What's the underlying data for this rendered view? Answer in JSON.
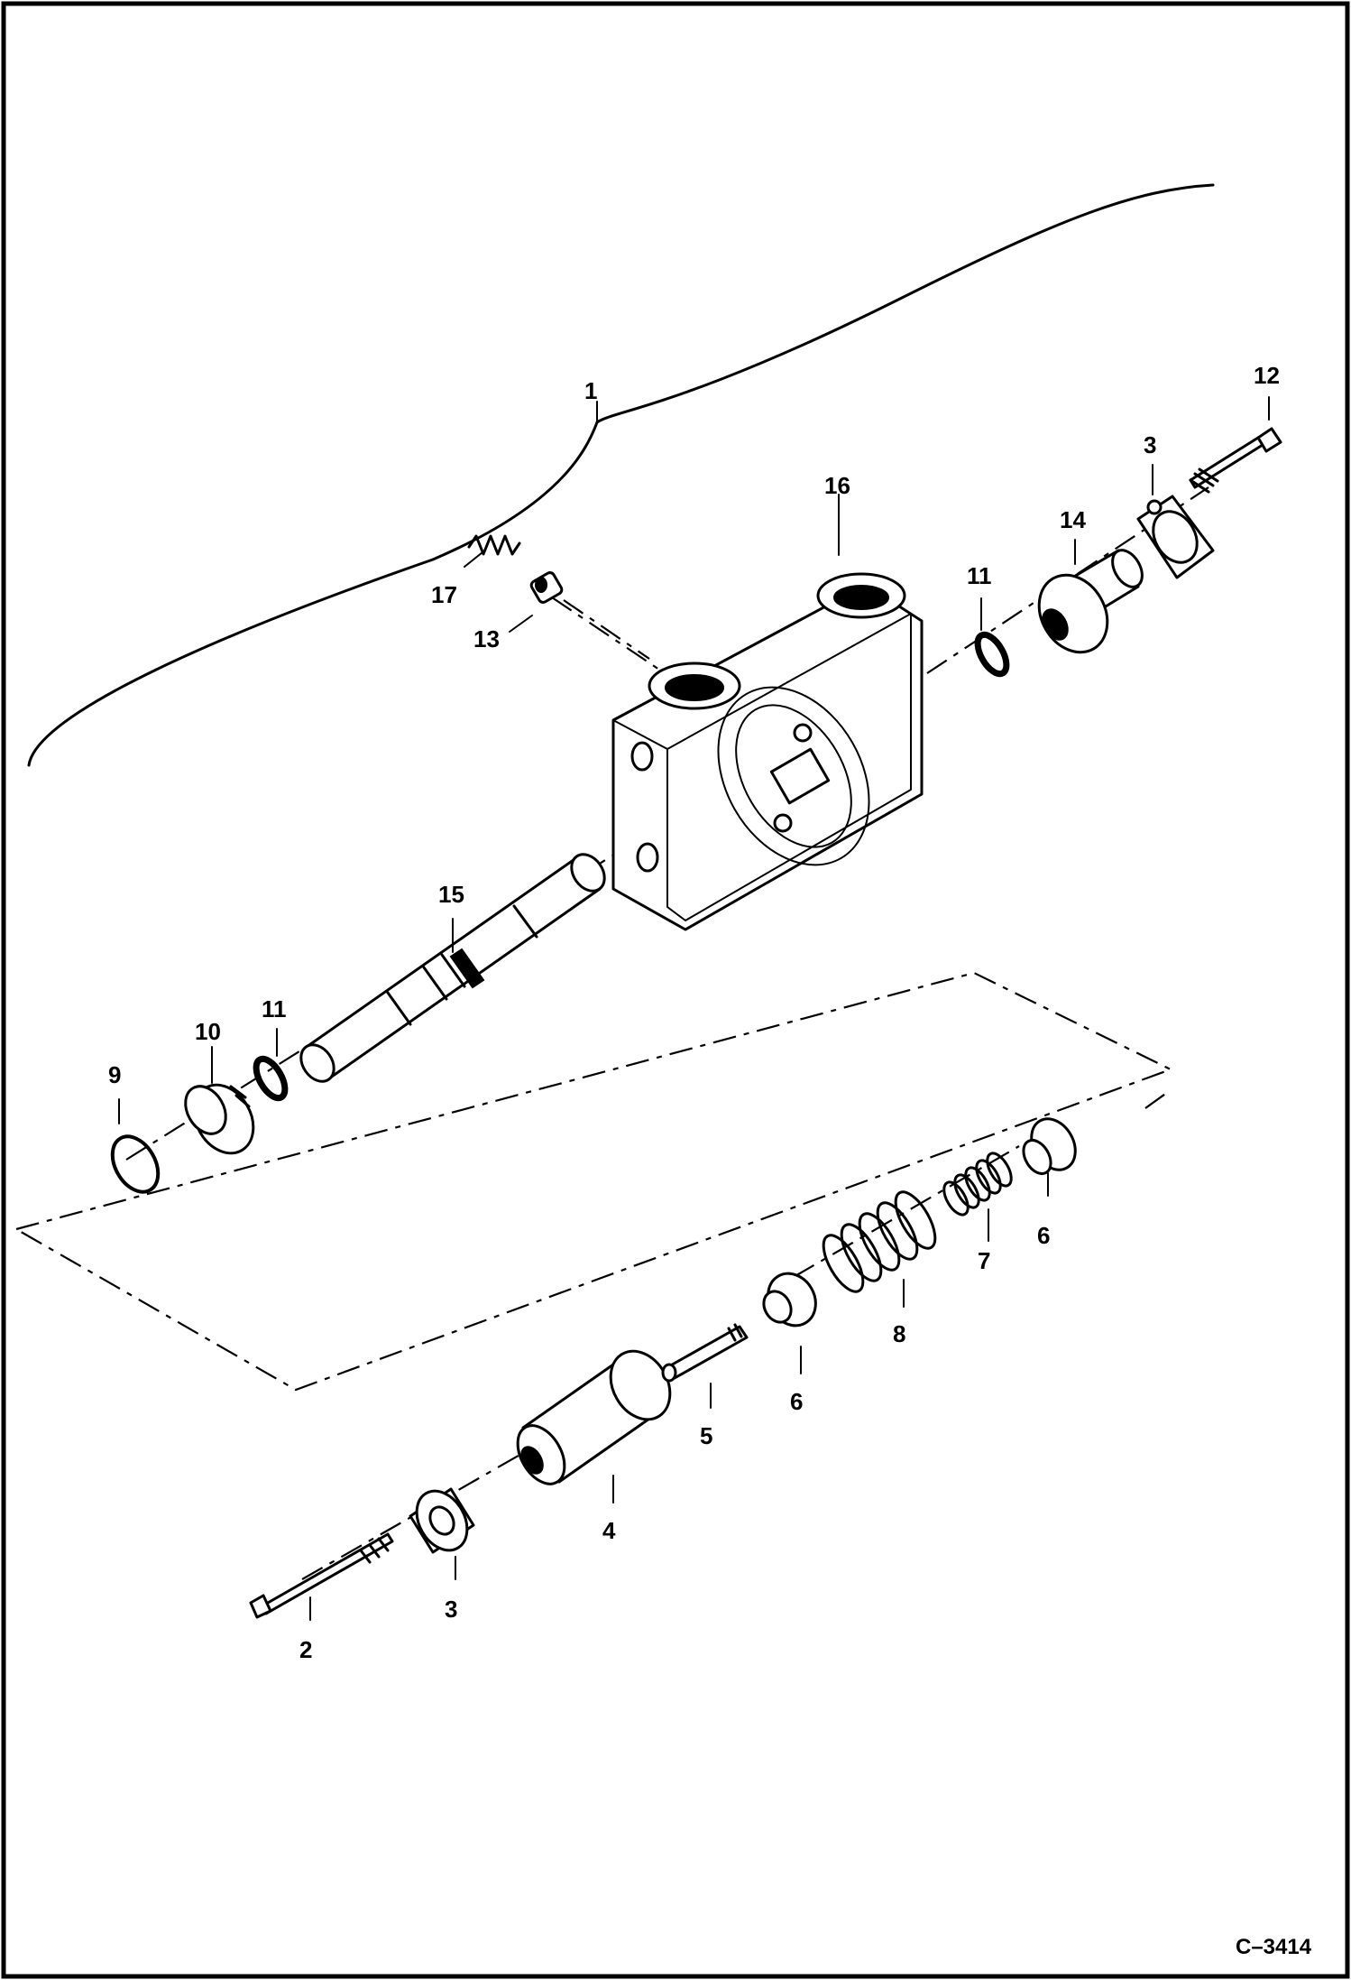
{
  "figure_code": "C–3414",
  "callouts": {
    "c1": "1",
    "c2": "2",
    "c3a": "3",
    "c3b": "3",
    "c4": "4",
    "c5": "5",
    "c6a": "6",
    "c6b": "6",
    "c7": "7",
    "c8": "8",
    "c9": "9",
    "c10": "10",
    "c11a": "11",
    "c11b": "11",
    "c12": "12",
    "c13": "13",
    "c14": "14",
    "c15": "15",
    "c16": "16",
    "c17": "17"
  }
}
